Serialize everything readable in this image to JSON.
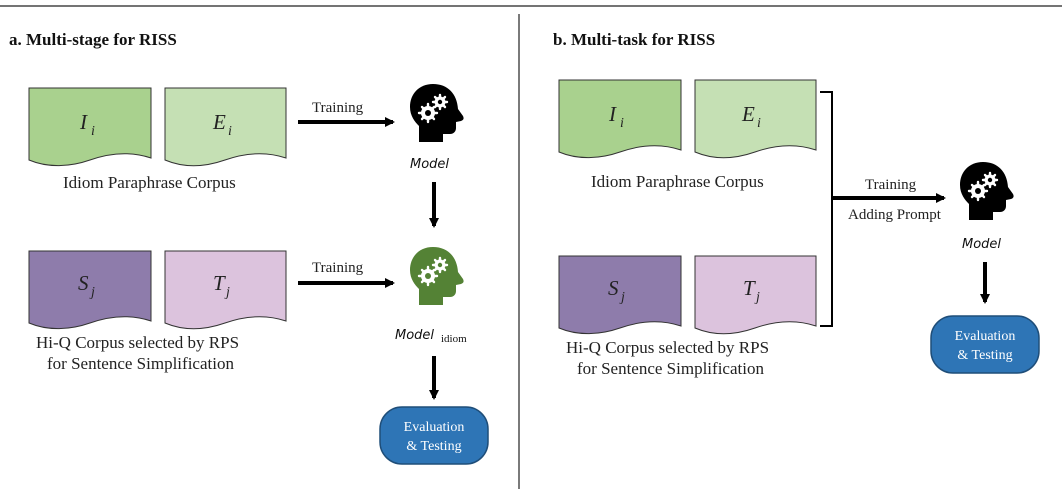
{
  "panel_a": {
    "title": "a.  Multi-stage for RISS",
    "idiom_doc_input": {
      "main": "I",
      "sub": "i"
    },
    "idiom_doc_output": {
      "main": "E",
      "sub": "i"
    },
    "idiom_caption": "Idiom Paraphrase Corpus",
    "simp_doc_input": {
      "main": "S",
      "sub": "j"
    },
    "simp_doc_output": {
      "main": "T",
      "sub": "j"
    },
    "simp_caption_line1": "Hi-Q Corpus selected by RPS",
    "simp_caption_line2": "for Sentence Simplification",
    "arrow_top_label": "Training",
    "arrow_bottom_label": "Training",
    "model_label": "Model",
    "model_idiom_label": "Model",
    "model_idiom_sub": "idiom",
    "eval_line1": "Evaluation",
    "eval_line2": "& Testing"
  },
  "panel_b": {
    "title": "b.  Multi-task for RISS",
    "idiom_doc_input": {
      "main": "I",
      "sub": "i"
    },
    "idiom_doc_output": {
      "main": "E",
      "sub": "i"
    },
    "idiom_caption": "Idiom Paraphrase Corpus",
    "simp_doc_input": {
      "main": "S",
      "sub": "j"
    },
    "simp_doc_output": {
      "main": "T",
      "sub": "j"
    },
    "simp_caption_line1": "Hi-Q Corpus selected by RPS",
    "simp_caption_line2": "for Sentence Simplification",
    "arrow_label_line1": "Training",
    "arrow_label_line2": "Adding Prompt",
    "model_label": "Model",
    "eval_line1": "Evaluation",
    "eval_line2": "& Testing"
  },
  "colors": {
    "green_dark": "#a9d18e",
    "green_light": "#c5e0b4",
    "purple_dark": "#8e7cab",
    "purple_light": "#dcc3dd",
    "head_black": "#000000",
    "head_green": "#548235",
    "eval_fill": "#2e75b6",
    "eval_stroke": "#1f4e79"
  },
  "icons": {
    "model_head": "head-with-gears-icon"
  }
}
